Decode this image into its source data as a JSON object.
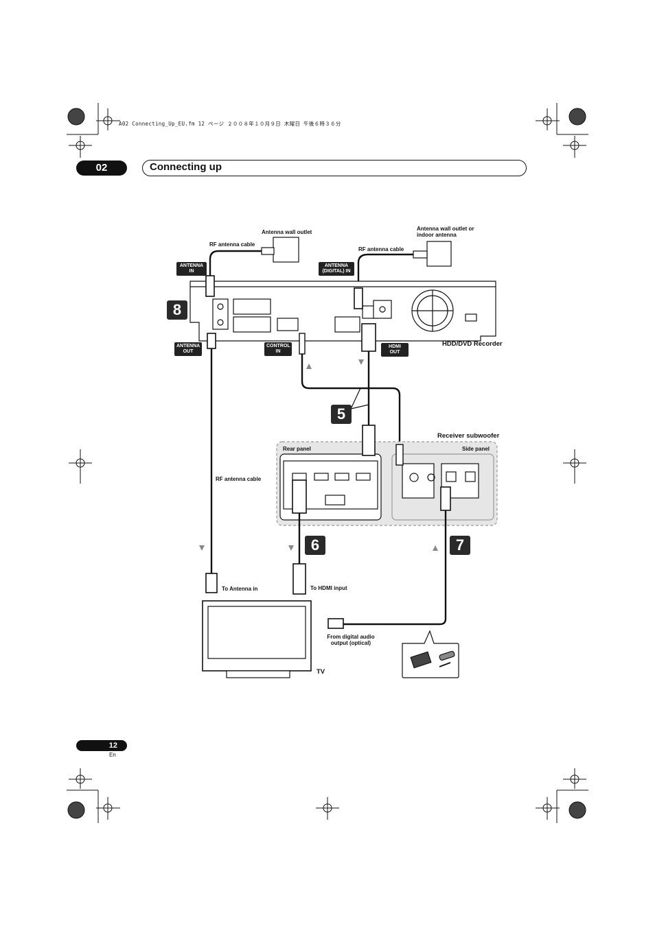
{
  "print_header": "A02 Connecting_Up_EU.fm  12 ページ  ２００８年１０月９日  木曜日  午後６時３６分",
  "chapter": {
    "number": "02",
    "title": "Connecting up"
  },
  "page": {
    "number": "12",
    "lang": "En"
  },
  "labels": {
    "antenna_wall_outlet": "Antenna wall outlet",
    "rf_cable_top_left": "RF antenna cable",
    "rf_cable_top_right": "RF antenna cable",
    "antenna_wall_outlet_or_indoor": "Antenna wall outlet or indoor antenna",
    "antenna_in": "ANTENNA IN",
    "antenna_digital_in": "ANTENNA (DIGITAL) IN",
    "antenna_out": "ANTENNA OUT",
    "control_in": "CONTROL IN",
    "hdmi_out": "HDMI OUT",
    "recorder": "HDD/DVD Recorder",
    "receiver": "Receiver subwoofer",
    "rear_panel": "Rear panel",
    "side_panel": "Side panel",
    "rf_cable_mid": "RF antenna cable",
    "to_antenna_in": "To Antenna in",
    "to_hdmi_input": "To HDMI input",
    "from_digital_audio": "From digital audio output (optical)",
    "tv": "TV"
  },
  "steps": [
    "8",
    "5",
    "6",
    "7"
  ],
  "colors": {
    "ink": "#111111",
    "panel_fill": "#e6e6e6",
    "badge": "#111111"
  }
}
